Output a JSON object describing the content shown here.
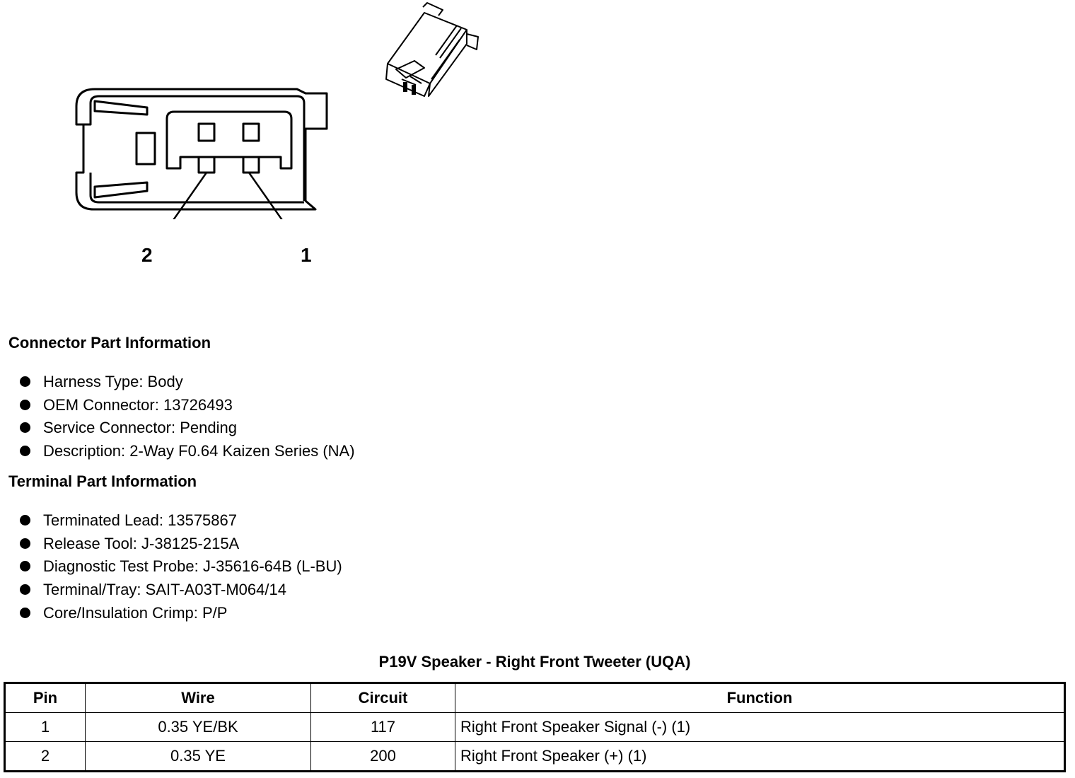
{
  "diagram": {
    "pin_label_2": "2",
    "pin_label_1": "1"
  },
  "connector_part_info": {
    "title": "Connector Part Information",
    "items": [
      "Harness Type: Body",
      "OEM Connector: 13726493",
      "Service Connector: Pending",
      "Description: 2-Way F0.64 Kaizen Series (NA)"
    ]
  },
  "terminal_part_info": {
    "title": "Terminal Part Information",
    "items": [
      "Terminated Lead: 13575867",
      "Release Tool: J-38125-215A",
      "Diagnostic Test Probe: J-35616-64B (L-BU)",
      "Terminal/Tray: SAIT-A03T-M064/14",
      "Core/Insulation Crimp: P/P"
    ]
  },
  "pin_table": {
    "title": "P19V Speaker - Right Front Tweeter (UQA)",
    "headers": [
      "Pin",
      "Wire",
      "Circuit",
      "Function"
    ],
    "rows": [
      [
        "1",
        "0.35 YE/BK",
        "117",
        "Right Front Speaker Signal (-) (1)"
      ],
      [
        "2",
        "0.35 YE",
        "200",
        "Right Front Speaker (+) (1)"
      ]
    ]
  }
}
